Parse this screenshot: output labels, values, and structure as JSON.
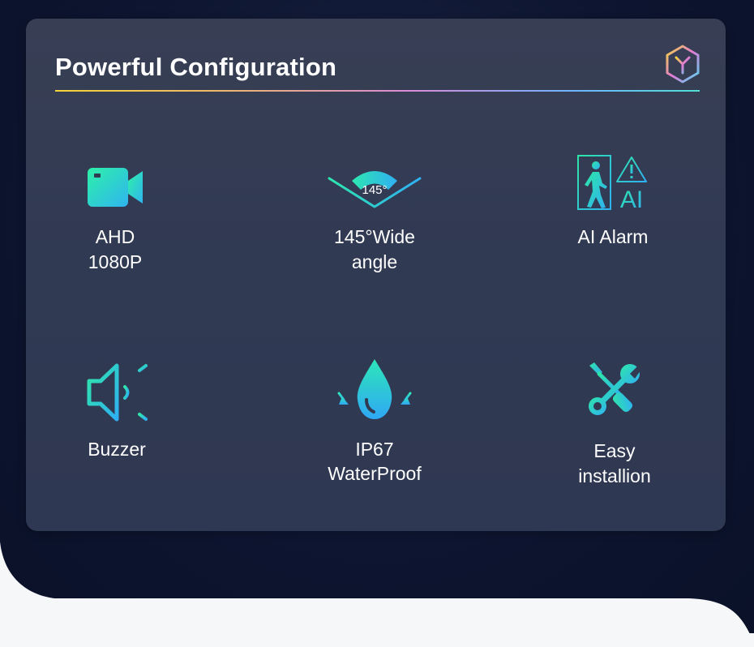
{
  "card": {
    "title": "Powerful Configuration",
    "logo_icon": "cube-y-logo-icon"
  },
  "features": [
    {
      "icon": "video-camera-icon",
      "line1": "AHD",
      "line2": "1080P"
    },
    {
      "icon": "wide-angle-icon",
      "icon_text": "145°",
      "line1": "145°Wide",
      "line2": "angle"
    },
    {
      "icon": "ai-alarm-icon",
      "icon_text": "AI",
      "line1": "AI Alarm",
      "line2": ""
    },
    {
      "icon": "speaker-icon",
      "line1": "Buzzer",
      "line2": ""
    },
    {
      "icon": "water-drop-icon",
      "line1": "IP67",
      "line2": "WaterProof"
    },
    {
      "icon": "tools-icon",
      "line1": "Easy",
      "line2": "installion"
    }
  ],
  "colors": {
    "accent_teal": "#2ee6b0",
    "accent_blue": "#2fa8f5",
    "card_bg": "#323a52",
    "page_bg": "#0d1530"
  }
}
